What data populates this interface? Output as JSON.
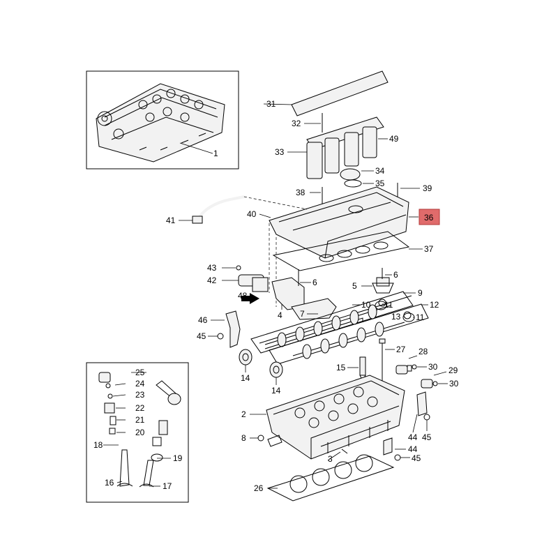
{
  "diagram": {
    "highlight_color": "#e06b6b",
    "callouts": {
      "c1": "1",
      "c2": "2",
      "c3": "3",
      "c4": "4",
      "c5": "5",
      "c6a": "6",
      "c6b": "6",
      "c7": "7",
      "c8": "8",
      "c9": "9",
      "c10": "10",
      "c11a": "11",
      "c11b": "11",
      "c12": "12",
      "c13": "13",
      "c14a": "14",
      "c14b": "14",
      "c15": "15",
      "c16": "16",
      "c17": "17",
      "c18": "18",
      "c19": "19",
      "c20": "20",
      "c21": "21",
      "c22": "22",
      "c23": "23",
      "c24": "24",
      "c25": "25",
      "c26": "26",
      "c27": "27",
      "c28": "28",
      "c29": "29",
      "c30a": "30",
      "c30b": "30",
      "c31": "31",
      "c32": "32",
      "c33": "33",
      "c34": "34",
      "c35": "35",
      "c36": "36",
      "c37": "37",
      "c38": "38",
      "c39": "39",
      "c40": "40",
      "c41": "41",
      "c42": "42",
      "c43": "43",
      "c44a": "44",
      "c44b": "44",
      "c45a": "45",
      "c45b": "45",
      "c45c": "45",
      "c46": "46",
      "c48": "48",
      "c49": "49"
    }
  }
}
